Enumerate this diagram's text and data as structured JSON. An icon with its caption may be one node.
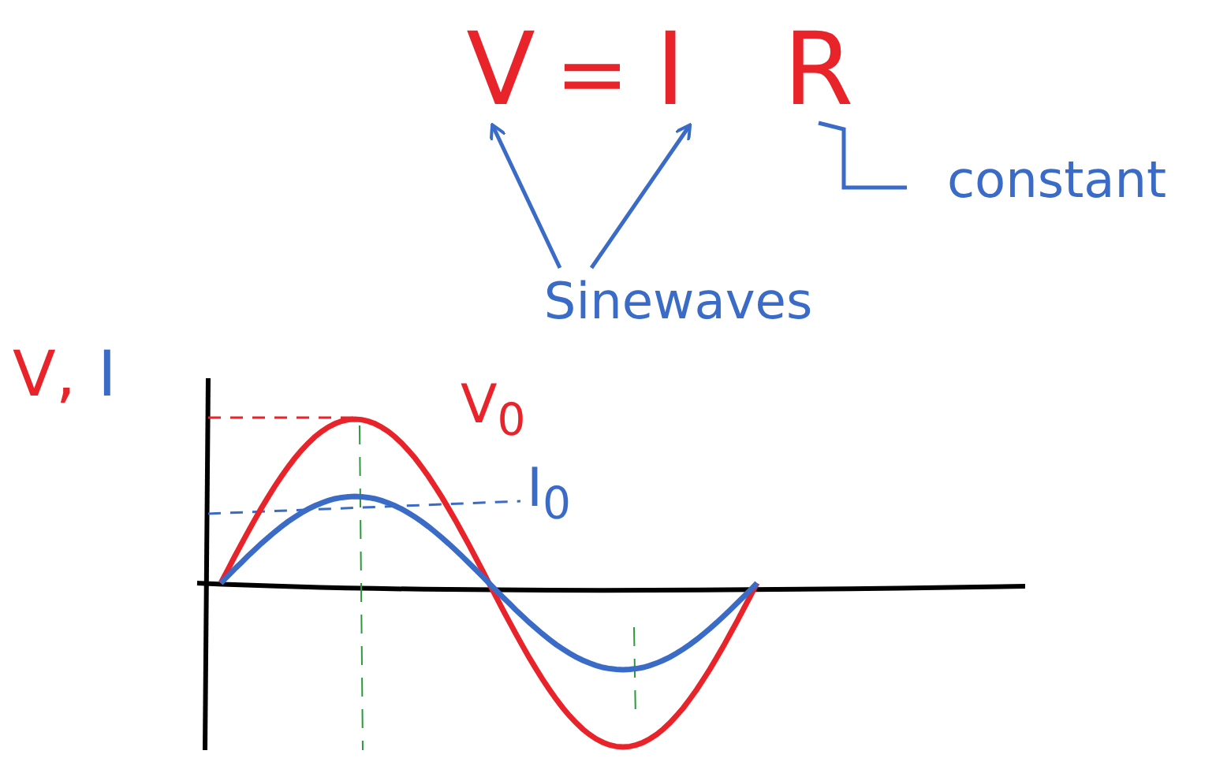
{
  "diagram": {
    "nodes": [
      {
        "text": [
          "V"
        ]
      },
      {
        "text": [
          "I"
        ]
      },
      {
        "text": [
          "R"
        ]
      },
      {
        "text": [
          "Sinewaves"
        ]
      },
      {
        "text": [
          "constant"
        ]
      }
    ],
    "edges": [
      {
        "from": 3,
        "to": 0,
        "arrow": "to"
      },
      {
        "from": 3,
        "to": 1,
        "arrow": "to"
      },
      {
        "from": 4,
        "to": 2,
        "arrow": "none"
      }
    ],
    "labels": [
      "=",
      "V,",
      "I",
      "V$_{0}$",
      "I$_{0}$"
    ]
  }
}
